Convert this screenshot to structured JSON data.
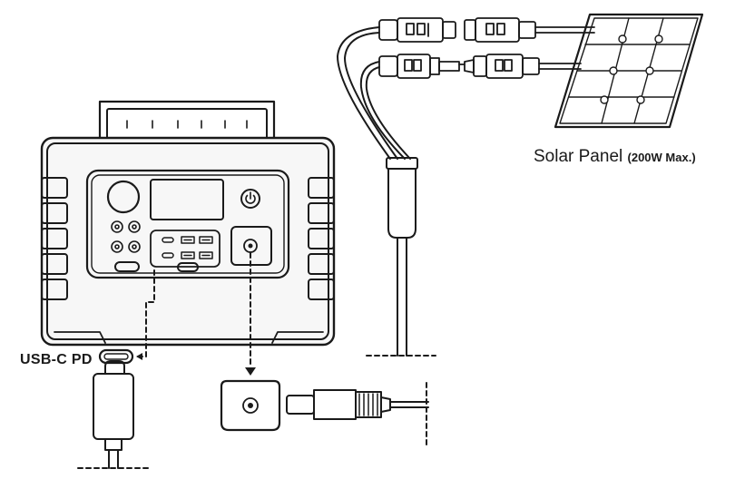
{
  "labels": {
    "solar_panel_main": "Solar Panel",
    "solar_panel_sub": "(200W Max.)",
    "usbc_pd": "USB-C PD"
  },
  "colors": {
    "stroke": "#1a1a1a",
    "body_fill": "#f7f7f7",
    "background": "#ffffff"
  },
  "icons": [
    "power-icon",
    "dc-port-icon",
    "usb-c-icon",
    "mc4-connector-icon",
    "solar-panel-icon"
  ]
}
